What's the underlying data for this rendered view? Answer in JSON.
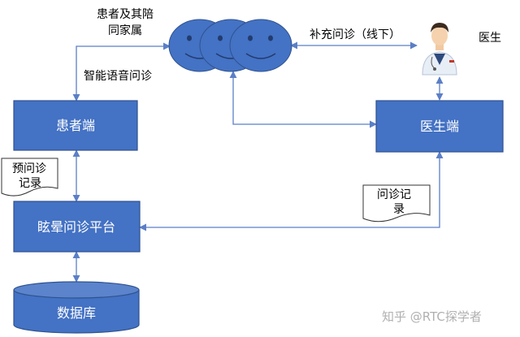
{
  "patient_group": {
    "label_line1": "患者及其陪",
    "label_line2": "同家属"
  },
  "doctor": {
    "label": "医生"
  },
  "edges": {
    "offline_consult": "补充问诊（线下）",
    "smart_voice_consult": "智能语音问诊"
  },
  "boxes": {
    "patient_end": "患者端",
    "doctor_end": "医生端",
    "vertigo_platform": "眩晕问诊平台",
    "database": "数据库"
  },
  "documents": {
    "pre_consult_record_line1": "预问诊",
    "pre_consult_record_line2": "记录",
    "consult_record_line1": "问诊记",
    "consult_record_line2": "录"
  },
  "watermark": "知乎 @RTC探学者",
  "colors": {
    "box_fill": "#4472C4",
    "box_border": "#2F528F",
    "line": "#5B7FC7",
    "box_text": "#ffffff"
  }
}
